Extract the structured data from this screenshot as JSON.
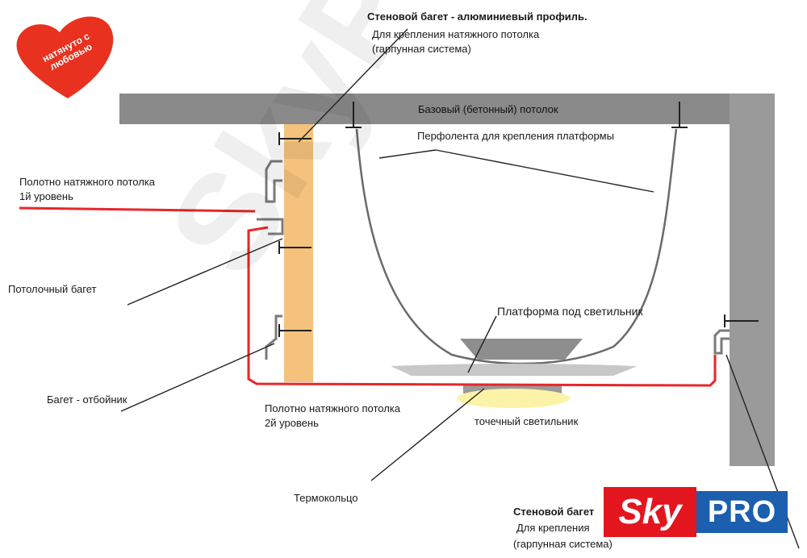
{
  "heart_badge": {
    "text": "натянуто с любовью",
    "color": "#e8321f"
  },
  "watermark": {
    "text": "SkyPRO"
  },
  "brand": {
    "sky": "Sky",
    "pro": "PRO",
    "sky_color": "#e3161f",
    "pro_color": "#1b5fae"
  },
  "labels": {
    "wall_baguette_title": "Стеновой багет - алюминиевый профиль.",
    "wall_baguette_desc_1": "Для крепления натяжного потолка",
    "wall_baguette_desc_2": "(гарпунная система)",
    "base_ceiling": "Базовый (бетонный) потолок",
    "perforated_tape": "Перфолента для крепления платформы",
    "canvas_level1_1": "Полотно натяжного потолка",
    "canvas_level1_2": "1й уровень",
    "ceiling_baguette": "Потолочный багет",
    "platform": "Платформа под светильник",
    "bumper_baguette": "Багет - отбойник",
    "canvas_level2_1": "Полотно натяжного потолка",
    "canvas_level2_2": "2й уровень",
    "spotlight": "точечный светильник",
    "thermo_ring": "Термокольцо",
    "wall_baguette2_title": "Стеновой багет",
    "wall_baguette2_desc_1": "Для крепления",
    "wall_baguette2_desc_2": "(гарпунная система)"
  },
  "colors": {
    "concrete": "#8a8a8a",
    "wood": "#f4c27c",
    "canvas_line": "#e8262a",
    "leader": "#222222"
  }
}
